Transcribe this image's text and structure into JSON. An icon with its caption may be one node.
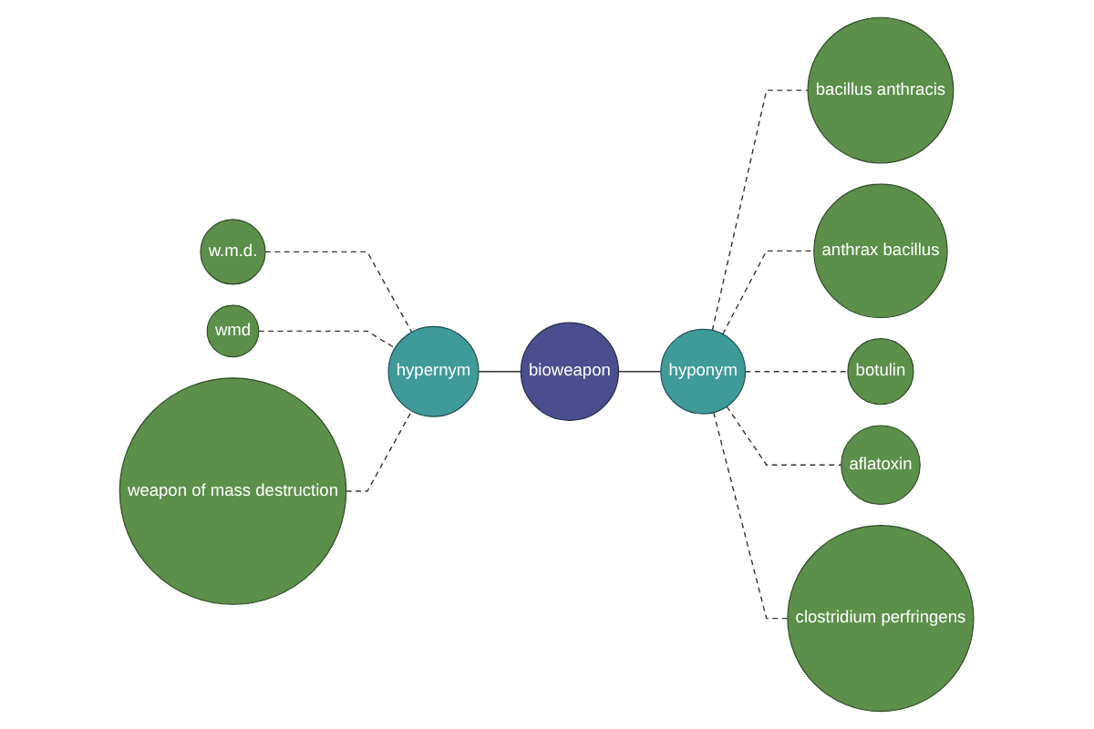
{
  "diagram": {
    "nodes": [
      {
        "text": [
          "w.m.d."
        ]
      },
      {
        "text": [
          "wmd"
        ]
      },
      {
        "text": [
          "weapon of mass destruction"
        ]
      },
      {
        "text": [
          "hypernym"
        ]
      },
      {
        "text": [
          "bioweapon"
        ]
      },
      {
        "text": [
          "bacillus anthracis"
        ]
      },
      {
        "text": [
          "anthrax bacillus"
        ]
      },
      {
        "text": [
          "hyponym"
        ]
      },
      {
        "text": [
          "botulin"
        ]
      },
      {
        "text": [
          "aflatoxin"
        ]
      },
      {
        "text": [
          "clostridium perfringens"
        ]
      }
    ],
    "edges": [
      {
        "from": 0,
        "to": 3,
        "arrow": "none",
        "style": "dashed"
      },
      {
        "from": 1,
        "to": 3,
        "arrow": "none",
        "style": "dashed"
      },
      {
        "from": 2,
        "to": 3,
        "arrow": "none",
        "style": "dashed"
      },
      {
        "from": 3,
        "to": 4,
        "arrow": "none"
      },
      {
        "from": 4,
        "to": 7,
        "arrow": "none"
      },
      {
        "from": 7,
        "to": 5,
        "arrow": "none",
        "style": "dashed"
      },
      {
        "from": 7,
        "to": 6,
        "arrow": "none",
        "style": "dashed"
      },
      {
        "from": 7,
        "to": 8,
        "arrow": "none",
        "style": "dashed"
      },
      {
        "from": 7,
        "to": 9,
        "arrow": "none",
        "style": "dashed"
      },
      {
        "from": 7,
        "to": 10,
        "arrow": "none",
        "style": "dashed"
      }
    ]
  }
}
